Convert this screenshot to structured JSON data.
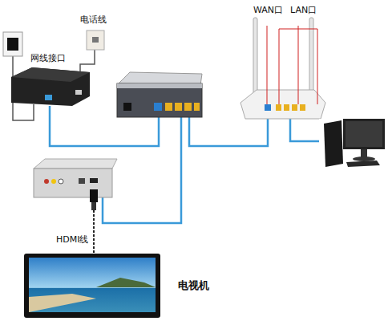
{
  "diagram": {
    "labels": [
      "电话线",
      "网线接口",
      "WAN口",
      "LAN口",
      "HDMI线",
      "电视机"
    ]
  }
}
